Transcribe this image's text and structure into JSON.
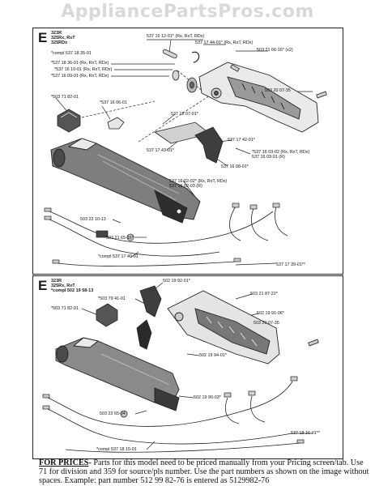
{
  "watermark": "AppliancePartsPros.com",
  "panels": [
    {
      "letter": "E",
      "models": [
        "323R",
        "325Rx, RxT",
        "325RDx"
      ],
      "labels": [
        {
          "lines": [
            "*compl 537 18 35-01"
          ]
        },
        {
          "lines": [
            "537 16 12-01* (Rx, RxT, RDx)"
          ]
        },
        {
          "lines": [
            "537 17 44-01* (Rx, RxT, RDx)"
          ]
        },
        {
          "lines": [
            "503 21 66-16* (x2)"
          ]
        },
        {
          "lines": [
            "*537 18 36-01 (Rx, RxT, RDx)"
          ]
        },
        {
          "lines": [
            "*537 16 10-01 (Rx, RxT, RDx)"
          ]
        },
        {
          "lines": [
            "*537 16 09-01 (Rx, RxT, RDx)"
          ]
        },
        {
          "lines": [
            "503 20 07-35"
          ]
        },
        {
          "lines": [
            "*503 71 82-01"
          ]
        },
        {
          "lines": [
            "*537 16 06-01"
          ]
        },
        {
          "lines": [
            "537 16 07-01*"
          ]
        },
        {
          "lines": [
            "537 17 42-01*"
          ]
        },
        {
          "lines": [
            "537 17 43-01*"
          ]
        },
        {
          "lines": [
            "*537 16 03-02 (Rx, RxT, RDx)",
            "537 16 03-01 (R)"
          ]
        },
        {
          "lines": [
            "537 16 08-01*"
          ]
        },
        {
          "lines": [
            "537 16 02-02* (Rx, RxT, RDx)",
            "537 16 02-03 (R)"
          ]
        },
        {
          "lines": [
            "503 22 10-13"
          ]
        },
        {
          "lines": [
            "503 21 65-16*"
          ]
        },
        {
          "lines": [
            "*compl 537 17 40-01"
          ]
        },
        {
          "lines": [
            "537 17 39-01**"
          ]
        }
      ]
    },
    {
      "letter": "E",
      "models": [
        "323R",
        "325Rx, RxT",
        "*compl 502 19 58-13"
      ],
      "labels": [
        {
          "lines": [
            "502 19 92-01*"
          ]
        },
        {
          "lines": [
            "*503 79 41-01"
          ]
        },
        {
          "lines": [
            "*503 71 82-01"
          ]
        },
        {
          "lines": [
            "503 21 87-22*"
          ]
        },
        {
          "lines": [
            "502 19 91-06*"
          ]
        },
        {
          "lines": [
            "503 20 07-35"
          ]
        },
        {
          "lines": [
            "502 19 94-01*"
          ]
        },
        {
          "lines": [
            "502 19 90-03*"
          ]
        },
        {
          "lines": [
            "503 22 65-04"
          ]
        },
        {
          "lines": [
            "537 18 16-01**"
          ]
        },
        {
          "lines": [
            "*compl 537 18 15-01"
          ]
        }
      ]
    }
  ],
  "footer": {
    "heading": "FOR PRICES",
    "text": "- Parts for this model need to be priced manually from your Pricing screen/tab. Use 71 for division and 359 for source/pls number.  Use the part numbers as shown on the image without spaces.  Example: part number 512 99 82-76 is entered as 5129982-76"
  }
}
